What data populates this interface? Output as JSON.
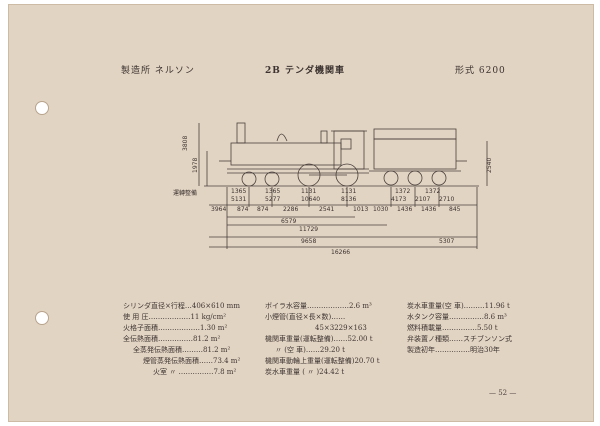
{
  "header": {
    "maker": "製造所 ネルソン",
    "type": "2B テンダ機関車",
    "model": "形式 6200"
  },
  "dimensions": {
    "heights": [
      "3808",
      "1978"
    ],
    "top_row": [
      "1365",
      "1365",
      "1131",
      "1131"
    ],
    "top_row2": [
      "1372",
      "1372"
    ],
    "bottom_row": [
      "5131",
      "5277",
      "10640",
      "8136"
    ],
    "bottom_row2": [
      "4173",
      "2107",
      "2710"
    ],
    "spacing": [
      "3964",
      "874",
      "874",
      "2286",
      "2541",
      "1013",
      "1030",
      "1436",
      "1436",
      "845"
    ],
    "lengths": [
      "6579",
      "11729",
      "9658",
      "5307",
      "16266"
    ],
    "side": [
      "2540"
    ],
    "annotation": "運轉整備"
  },
  "specs": {
    "col1": [
      "シリンダ直径×行程…406×610 mm",
      "使 用 圧………………11 kg/cm²",
      "火格子面積………………1.30 m²",
      "全伝熱面積……………81.2 m²",
      "全蒸発伝熱面積………81.2 m²",
      "煙管蒸発伝熱面積……73.4 m²",
      "火室 〃 ……………7.8 m²"
    ],
    "col2": [
      "ボイラ水容量………………2.6 m³",
      "小煙管(直径×長×数)……",
      "45×3229×163",
      "機関車重量(運転整備)……52.00 t",
      "〃 (空 車)……29.20 t",
      "機関車動輪上重量(運転整備)20.70 t",
      "炭水車重量 ( 〃 )24.42 t"
    ],
    "col3": [
      "炭水車重量(空 車)………11.96 t",
      "水タンク容量……………8.6 m³",
      "燃料積載量……………5.50 t",
      "弁装置ノ種類……スチブンソン式",
      "製造初年……………明治30年"
    ]
  },
  "footer": {
    "page": "— 52 —"
  },
  "colors": {
    "paper": "#e2d4c3",
    "ink": "#3c3330",
    "line": "#4a403c"
  }
}
